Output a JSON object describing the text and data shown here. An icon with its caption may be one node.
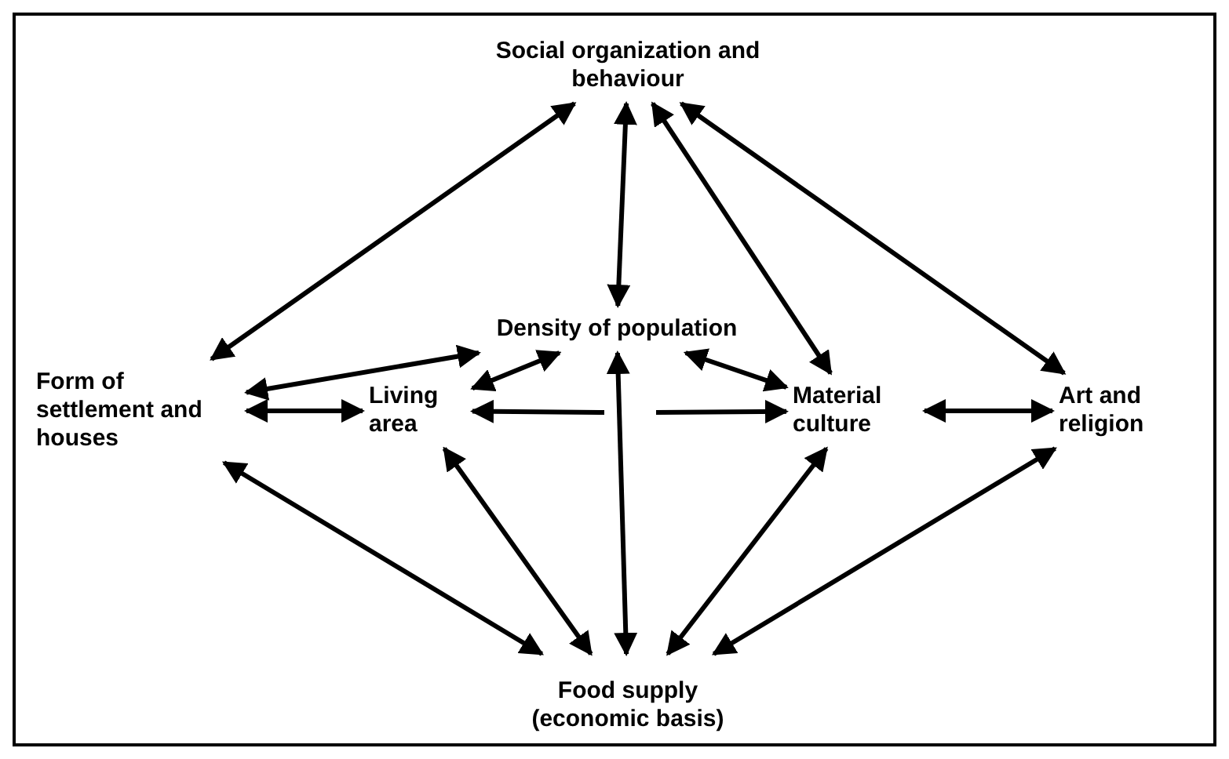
{
  "diagram": {
    "nodes": [
      {
        "text": [
          "Social organization and behaviour"
        ]
      },
      {
        "text": [
          "Form of settlement and houses"
        ]
      },
      {
        "text": [
          "Density of population"
        ]
      },
      {
        "text": [
          "Living area"
        ]
      },
      {
        "text": [
          "Material culture"
        ]
      },
      {
        "text": [
          "Art and religion"
        ]
      },
      {
        "text": [
          "Food supply (economic basis)"
        ]
      }
    ],
    "edges": [
      {
        "from": 0,
        "to": 1,
        "arrow": "both"
      },
      {
        "from": 0,
        "to": 2,
        "arrow": "both"
      },
      {
        "from": 0,
        "to": 4,
        "arrow": "both"
      },
      {
        "from": 0,
        "to": 5,
        "arrow": "both"
      },
      {
        "from": 1,
        "to": 2,
        "arrow": "both"
      },
      {
        "from": 1,
        "to": 3,
        "arrow": "both"
      },
      {
        "from": 3,
        "to": 2,
        "arrow": "both"
      },
      {
        "from": 2,
        "to": 4,
        "arrow": "both"
      },
      {
        "from": null,
        "to": 3,
        "arrow": "to"
      },
      {
        "from": null,
        "to": 4,
        "arrow": "to"
      },
      {
        "from": 2,
        "to": 6,
        "arrow": "both"
      },
      {
        "from": 1,
        "to": 6,
        "arrow": "both"
      },
      {
        "from": 3,
        "to": 6,
        "arrow": "both"
      },
      {
        "from": 4,
        "to": 6,
        "arrow": "both"
      },
      {
        "from": 4,
        "to": 5,
        "arrow": "both"
      },
      {
        "from": 5,
        "to": 6,
        "arrow": "both"
      }
    ]
  }
}
